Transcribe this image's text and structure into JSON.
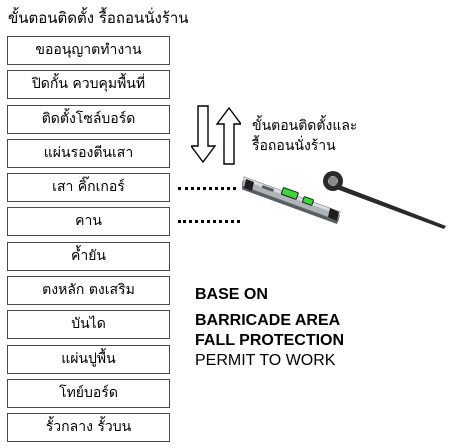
{
  "title": "ขั้นตอนติดตั้ง  รื้อถอนนั่งร้าน",
  "steps": [
    "ขออนุญาตทำงาน",
    "ปิดกั้น ควบคุมพื้นที่",
    "ติดตั้งโซล์บอร์ด",
    "แผ่นรองตีนเสา",
    "เสา คิ๊กเกอร์",
    "คาน",
    "ค้ำยัน",
    "ตงหลัก ตงเสริม",
    "บันได",
    "แผ่นปูพื้น",
    "โทย์บอร์ด",
    "รั้วกลาง รั้วบน"
  ],
  "arrows_label": {
    "line1": "ขั้นตอนติดตั้งและ",
    "line2": "รื้อถอนนั่งร้าน"
  },
  "notes": {
    "heading": "BASE ON",
    "items": [
      "BARRICADE AREA",
      "FALL PROTECTION",
      "PERMIT TO WORK"
    ]
  },
  "icons": {
    "arrows": "up-down-arrows-icon",
    "level": "spirit-level-icon",
    "wrench": "podger-spanner-icon"
  },
  "colors": {
    "box_border": "#4a4a4a",
    "level_body": "#aeb4b8",
    "level_bubble": "#3fd43a",
    "wrench": "#2a2a2a"
  }
}
